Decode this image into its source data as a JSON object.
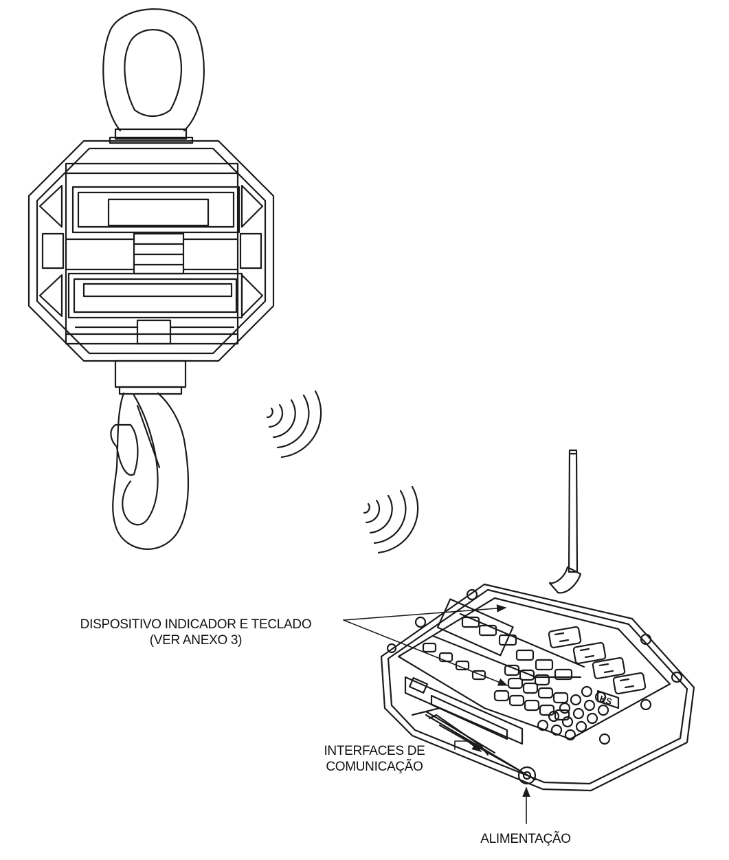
{
  "labels": {
    "display_keyboard": {
      "line1": "DISPOSITIVO INDICADOR E TECLADO",
      "line2": "(VER ANEXO 3)"
    },
    "communication_interfaces": {
      "line1": "INTERFACES DE",
      "line2": "COMUNICAÇÃO"
    },
    "power": "ALIMENTAÇÃO"
  },
  "indicator": {
    "brand_mark": "KS"
  },
  "colors": {
    "line": "#1a1a1a",
    "background": "#ffffff"
  }
}
